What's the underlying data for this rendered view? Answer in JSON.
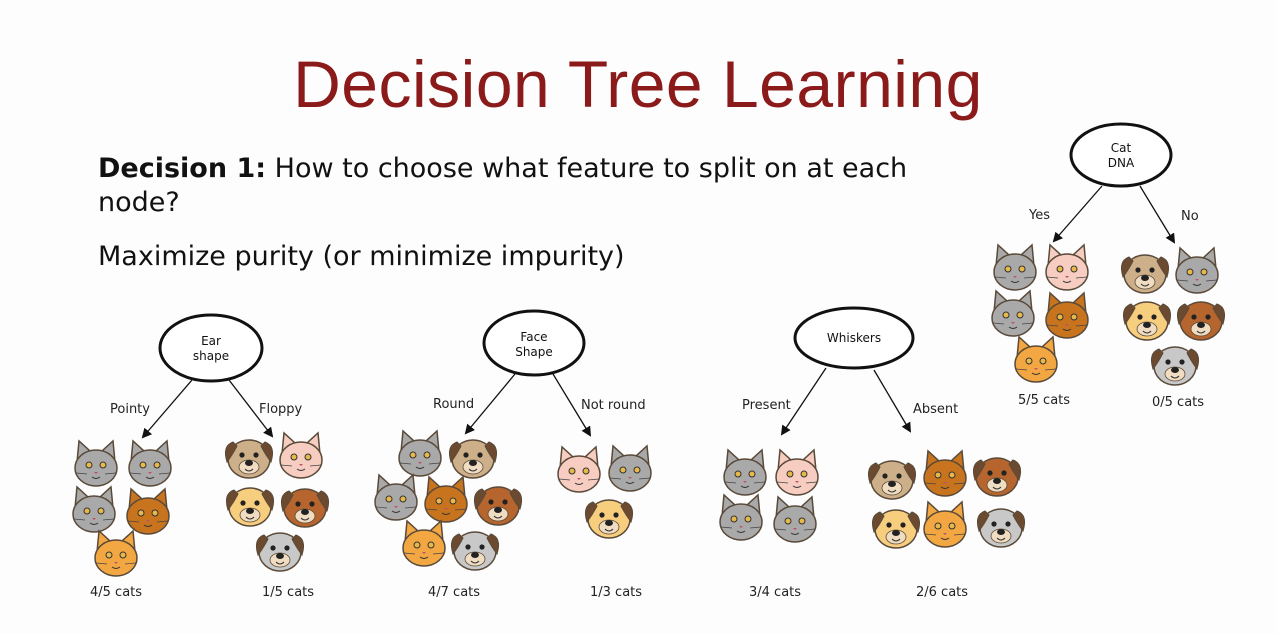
{
  "title": "Decision Tree Learning",
  "question": {
    "bold": "Decision 1:",
    "text": " How to choose what feature to split on at each node?"
  },
  "answer": "Maximize purity (or minimize impurity)",
  "colors": {
    "title": "#8b1a1a",
    "cat_gray": "#a9a9a9",
    "cat_orange": "#c8741e",
    "cat_ginger": "#f3a742",
    "cat_pink": "#f6cdc0",
    "dog_tan": "#cdb08a",
    "dog_yellow": "#f7cd7e",
    "dog_brown": "#b5652d",
    "dog_gray": "#c8c8c8"
  },
  "trees": [
    {
      "id": "ear",
      "node_lines": [
        "Ear",
        "shape"
      ],
      "branches": [
        {
          "label": "Pointy",
          "result": "4/5 cats"
        },
        {
          "label": "Floppy",
          "result": "1/5 cats"
        }
      ]
    },
    {
      "id": "face",
      "node_lines": [
        "Face",
        "Shape"
      ],
      "branches": [
        {
          "label": "Round",
          "result": "4/7 cats"
        },
        {
          "label": "Not round",
          "result": "1/3 cats"
        }
      ]
    },
    {
      "id": "whiskers",
      "node_lines": [
        "Whiskers"
      ],
      "branches": [
        {
          "label": "Present",
          "result": "3/4 cats"
        },
        {
          "label": "Absent",
          "result": "2/6 cats"
        }
      ]
    },
    {
      "id": "dna",
      "node_lines": [
        "Cat",
        "DNA"
      ],
      "branches": [
        {
          "label": "Yes",
          "result": "5/5 cats"
        },
        {
          "label": "No",
          "result": "0/5 cats"
        }
      ]
    }
  ]
}
